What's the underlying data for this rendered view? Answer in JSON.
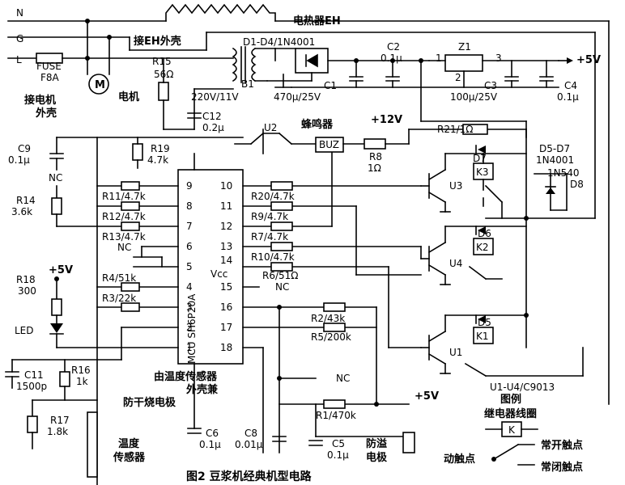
{
  "figure": {
    "caption": "图2 豆浆机经典机型电路"
  },
  "power": {
    "n": "N",
    "g": "G",
    "l": "L",
    "fuse_name": "FUSE",
    "fuse_value": "F8A",
    "heater": "电热器EH",
    "eh_shell": "接EH外壳",
    "motor_shell_1": "接电机",
    "motor_shell_2": "外壳",
    "motor_symbol": "M",
    "motor_label": "电机",
    "r15_name": "R15",
    "r15_value": "56Ω",
    "b1_name": "B1",
    "b1_value": "220V/11V",
    "rectifier": "D1-D4/1N4001",
    "c1_value": "470μ/25V",
    "c1_name": "C1",
    "c2_name": "C2",
    "c2_value": "0.1μ",
    "z1": "Z1",
    "pin1": "1",
    "pin2": "2",
    "pin3": "3",
    "c3_name": "C3",
    "c3_value": "100μ/25V",
    "c4_name": "C4",
    "c4_value": "0.1μ",
    "v5": "+5V",
    "c12_name": "C12",
    "c12_value": "0.2μ",
    "v12": "+12V"
  },
  "left": {
    "c9_name": "C9",
    "c9_value": "0.1μ",
    "r19_name": "R19",
    "r19_value": "4.7k",
    "nc1": "NC",
    "r14_name": "R14",
    "r14_value": "3.6k",
    "r11": "R11/4.7k",
    "r12": "R12/4.7k",
    "r13": "R13/4.7k",
    "nc2": "NC",
    "v5b": "+5V",
    "r18_name": "R18",
    "r18_value": "300",
    "r4": "R4/51k",
    "r3": "R3/22k",
    "led": "LED",
    "c11_name": "C11",
    "c11_value": "1500p",
    "r16_name": "R16",
    "r16_value": "1k",
    "r17_name": "R17",
    "r17_value": "1.8k",
    "anti_dry": "防干烧电极",
    "temp1": "温度",
    "temp2": "传感器"
  },
  "mcu": {
    "name": "MCU SH6P20A",
    "vcc": "Vcc",
    "pins_left": [
      "9",
      "8",
      "7",
      "6",
      "5",
      "4",
      "3",
      "2",
      "1"
    ],
    "pins_right": [
      "10",
      "11",
      "12",
      "13",
      "14",
      "15",
      "16",
      "17",
      "18"
    ],
    "shell_1": "由温度传感器",
    "shell_2": "外壳兼"
  },
  "right": {
    "u2": "U2",
    "buzzer": "蜂鸣器",
    "buz": "BUZ",
    "r8_name": "R8",
    "r8_value": "1Ω",
    "r21": "R21/1Ω",
    "d5d7_1": "D5-D7",
    "d5d7_2": "1N4001",
    "d7": "D7",
    "k3": "K3",
    "d8_type": "1N540",
    "d8": "D8",
    "r20": "R20/4.7k",
    "r9": "R9/4.7k",
    "r7": "R7/4.7k",
    "r10": "R10/4.7k",
    "r6": "R6/51Ω",
    "nc3": "NC",
    "u3": "U3",
    "d6": "D6",
    "k2": "K2",
    "u4": "U4",
    "r2": "R2/43k",
    "r5": "R5/200k",
    "d5": "D5",
    "k1": "K1",
    "u1": "U1",
    "u_types": "U1-U4/C9013",
    "nc4": "NC",
    "v5c": "+5V",
    "r1": "R1/470k",
    "c6_name": "C6",
    "c6_value": "0.1μ",
    "c8_name": "C8",
    "c8_value": "0.01μ",
    "c5_name": "C5",
    "c5_value": "0.1μ",
    "overflow1": "防溢",
    "overflow2": "电极"
  },
  "legend": {
    "title": "图例",
    "coil": "继电器线圈",
    "k": "K",
    "no_contact": "常开触点",
    "moving_contact": "动触点",
    "nc_contact": "常闭触点"
  }
}
